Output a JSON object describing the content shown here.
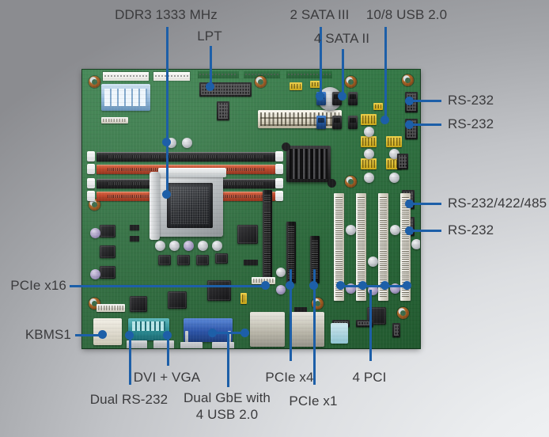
{
  "diagram": {
    "title": "Motherboard component callout diagram",
    "subject": "ATX industrial motherboard",
    "line_color": "#1d5fa8",
    "label_color": "#3b3b3d",
    "background": {
      "top_left": "#8b8c90",
      "bottom_right": "#f3f5f7"
    }
  },
  "callouts": {
    "top": [
      {
        "id": "ddr3",
        "label": "DDR3 1333 MHz"
      },
      {
        "id": "lpt",
        "label": "LPT"
      },
      {
        "id": "sata3",
        "label": "2 SATA III"
      },
      {
        "id": "sata2",
        "label": "4 SATA II"
      },
      {
        "id": "usb20",
        "label": "10/8 USB 2.0"
      }
    ],
    "right": [
      {
        "id": "rs232-1",
        "label": "RS-232"
      },
      {
        "id": "rs232-2",
        "label": "RS-232"
      },
      {
        "id": "rs232-422-485",
        "label": "RS-232/422/485"
      },
      {
        "id": "rs232-3",
        "label": "RS-232"
      }
    ],
    "left": [
      {
        "id": "pcie-x16",
        "label": "PCIe x16"
      },
      {
        "id": "kbms1",
        "label": "KBMS1"
      }
    ],
    "bottom": [
      {
        "id": "dual-rs232",
        "label": "Dual RS-232"
      },
      {
        "id": "dvi-vga",
        "label": "DVI + VGA"
      },
      {
        "id": "dual-gbe",
        "label": "Dual GbE with\n4 USB 2.0"
      },
      {
        "id": "pcie-x4",
        "label": "PCIe x4"
      },
      {
        "id": "pcie-x1",
        "label": "PCIe x1"
      },
      {
        "id": "pci4",
        "label": "4 PCI"
      }
    ]
  }
}
